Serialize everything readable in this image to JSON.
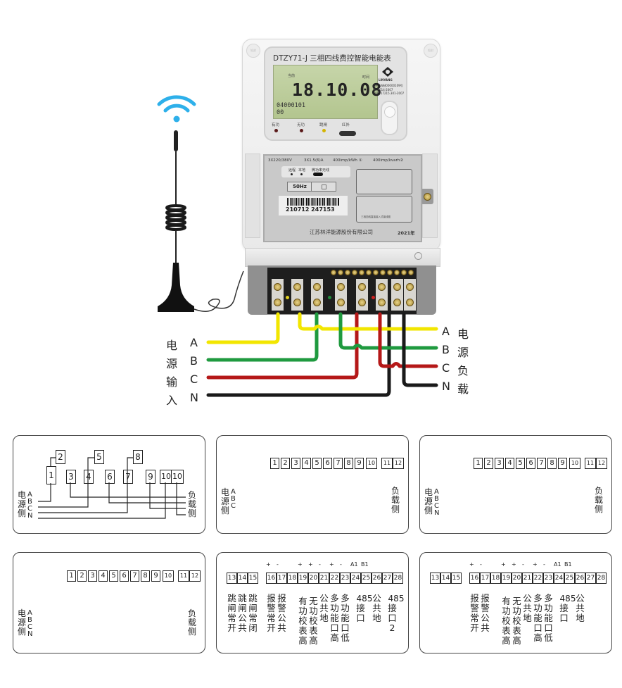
{
  "meter": {
    "model_title": "DTZY71-J 三相四线费控智能电能表",
    "lcd": {
      "label_current": "当前",
      "label_time": "时间",
      "main_reading": "18.10.08",
      "code_line1": "04000101",
      "code_line2": "00"
    },
    "brand": {
      "name": "LINYANG",
      "cert_line1": "CMC 苏制00000109号",
      "cert_line2": "DL/T614-2007",
      "cert_line3": "GB/T 17215.301-2007"
    },
    "screw_cap_left": "铅封",
    "screw_cap_right": "铅封",
    "leds": [
      {
        "label": "有功",
        "color": "#5a1a1a"
      },
      {
        "label": "无功",
        "color": "#5a1a1a"
      },
      {
        "label": "跳闸",
        "color": "#d4b400"
      },
      {
        "label": "红外",
        "color": "#333333"
      }
    ],
    "nameplate": {
      "voltage": "3X220/380V",
      "current": "3X1.5(6)A",
      "constant_active": "400imp/kWh ①",
      "constant_reactive": "400imp/kvarh②",
      "comm_labels": [
        "远程",
        "本地",
        "微功率无线"
      ],
      "frequency": "50Hz",
      "barcode_number": "210712 247153",
      "company": "江苏林洋能源股份有限公司",
      "year": "2021年",
      "mini_diagram_caption": "三相四线直接接入式接线图"
    },
    "terminal_led_colors": [
      "#e0d020",
      "#1f8a3a",
      "#cc2020"
    ]
  },
  "wiring": {
    "colors": {
      "A": "#f2e600",
      "B": "#1f9a3f",
      "C": "#b51818",
      "N": "#1a1a1a"
    },
    "input_side_label": [
      "电",
      "源",
      "输",
      "入"
    ],
    "output_side_label": [
      "电",
      "源",
      "负",
      "载"
    ],
    "phases": [
      "A",
      "B",
      "C",
      "N"
    ]
  },
  "wifi_icon_color": "#2eb0ea",
  "diagrams": {
    "d1": {
      "terminals": [
        "1",
        "2",
        "3",
        "4",
        "5",
        "6",
        "7",
        "8",
        "9",
        "10",
        "10"
      ],
      "source_label": [
        "电",
        "源",
        "侧"
      ],
      "load_label": [
        "负",
        "载",
        "侧"
      ],
      "phases": [
        "A",
        "B",
        "C",
        "N"
      ]
    },
    "d2": {
      "terminals": [
        "1",
        "2",
        "3",
        "4",
        "5",
        "6",
        "7",
        "8",
        "9",
        "10",
        "11",
        "12"
      ],
      "source_label": [
        "电",
        "源",
        "侧"
      ],
      "load_label": [
        "负",
        "载",
        "侧"
      ],
      "phases": [
        "A",
        "B",
        "C"
      ]
    },
    "d3": {
      "terminals": [
        "1",
        "2",
        "3",
        "4",
        "5",
        "6",
        "7",
        "8",
        "9",
        "10",
        "11",
        "12"
      ],
      "source_label": [
        "电",
        "源",
        "侧"
      ],
      "load_label": [
        "负",
        "载",
        "侧"
      ],
      "phases": [
        "A",
        "B",
        "C",
        "N"
      ]
    },
    "d4": {
      "terminals": [
        "1",
        "2",
        "3",
        "4",
        "5",
        "6",
        "7",
        "8",
        "9",
        "10",
        "11",
        "12"
      ],
      "source_label": [
        "电",
        "源",
        "侧"
      ],
      "load_label": [
        "负",
        "载",
        "侧"
      ],
      "phases": [
        "A",
        "B",
        "C",
        "N"
      ]
    },
    "d5": {
      "signs": [
        "+",
        "-",
        "+",
        "+",
        "-",
        "+",
        "-",
        "A1",
        "B1"
      ],
      "terminals": [
        "13",
        "14",
        "15",
        "16",
        "17",
        "18",
        "19",
        "20",
        "21",
        "22",
        "23",
        "24",
        "25",
        "26",
        "27",
        "28"
      ],
      "columns": [
        "跳闸常开",
        "跳闸公共",
        "跳闸常闭",
        "报警常开",
        "报警公共",
        "有功校表高",
        "无功校表高",
        "公共地",
        "多功能口高",
        "多功能口低",
        "485接口",
        "公共地",
        "485接口2"
      ]
    },
    "d6": {
      "signs": [
        "+",
        "-",
        "+",
        "+",
        "-",
        "+",
        "-",
        "A1",
        "B1"
      ],
      "terminals": [
        "13",
        "14",
        "15",
        "16",
        "17",
        "18",
        "19",
        "20",
        "21",
        "22",
        "23",
        "24",
        "25",
        "26",
        "27",
        "28"
      ],
      "columns": [
        "报警常开",
        "报警公共",
        "有功校表高",
        "无功校表高",
        "公共地",
        "多功能口高",
        "多功能口低",
        "485接口",
        "公共地"
      ]
    }
  }
}
